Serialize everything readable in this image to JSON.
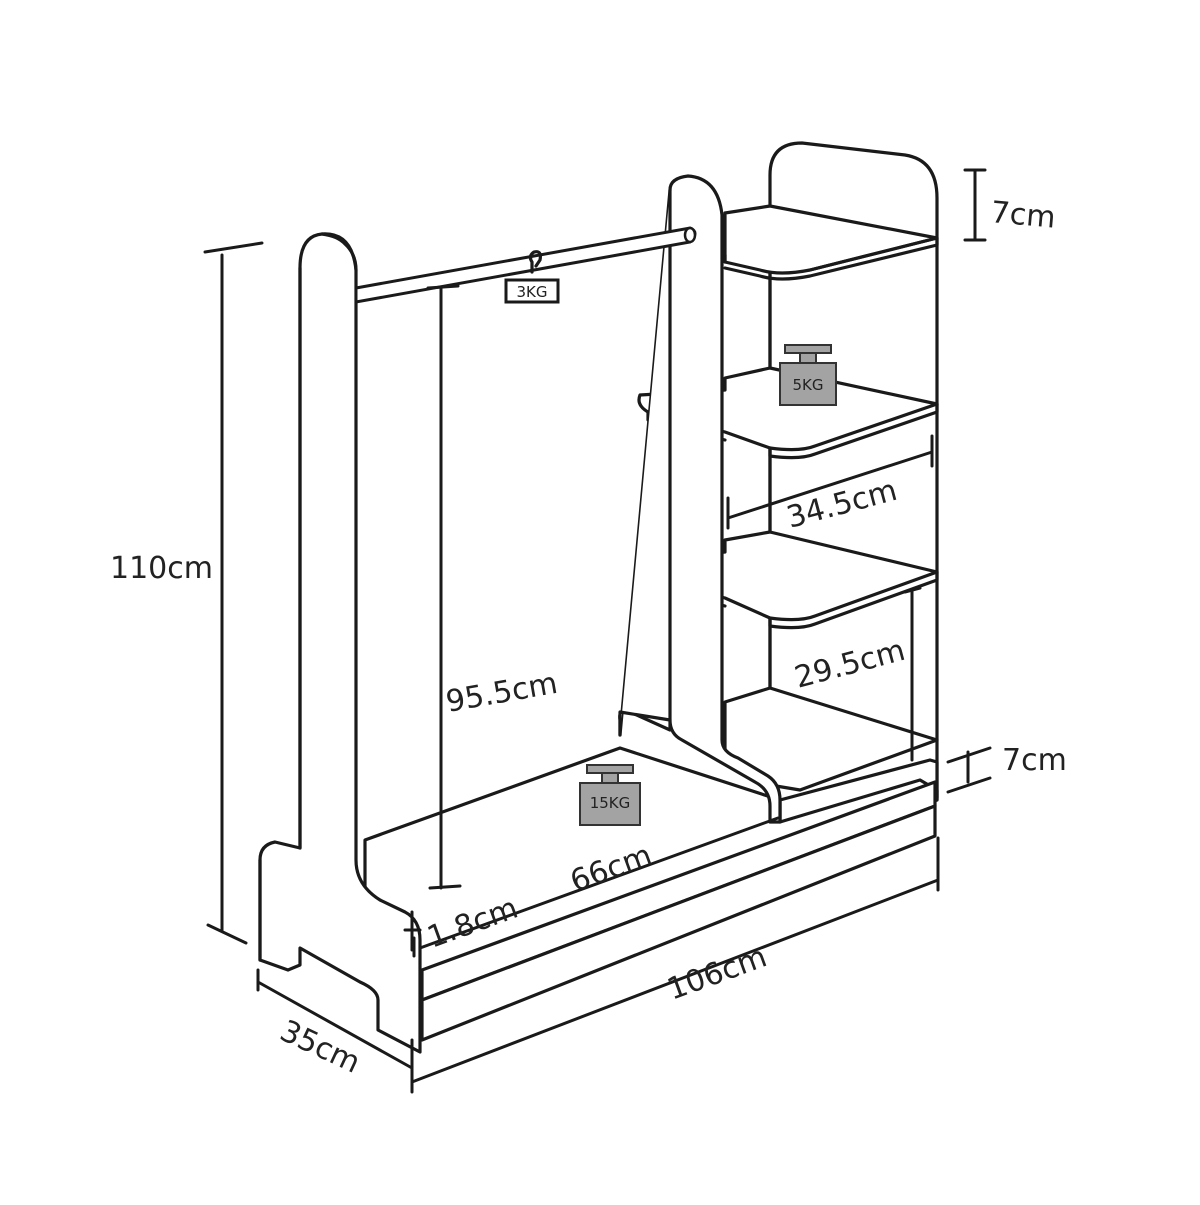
{
  "dimensions": {
    "total_height": "110cm",
    "hanging_height": "95.5cm",
    "total_width": "106cm",
    "depth": "35cm",
    "inner_width": "66cm",
    "board_thickness": "1.8cm",
    "shelf_width": "34.5cm",
    "shelf_gap": "29.5cm",
    "top_clearance": "7cm",
    "bottom_clearance": "7cm"
  },
  "loads": {
    "rail": "3KG",
    "shelf": "5KG",
    "base": "15KG"
  },
  "colors": {
    "line": "#1a1a1a",
    "weight_fill": "#a3a3a3",
    "background": "#ffffff"
  }
}
